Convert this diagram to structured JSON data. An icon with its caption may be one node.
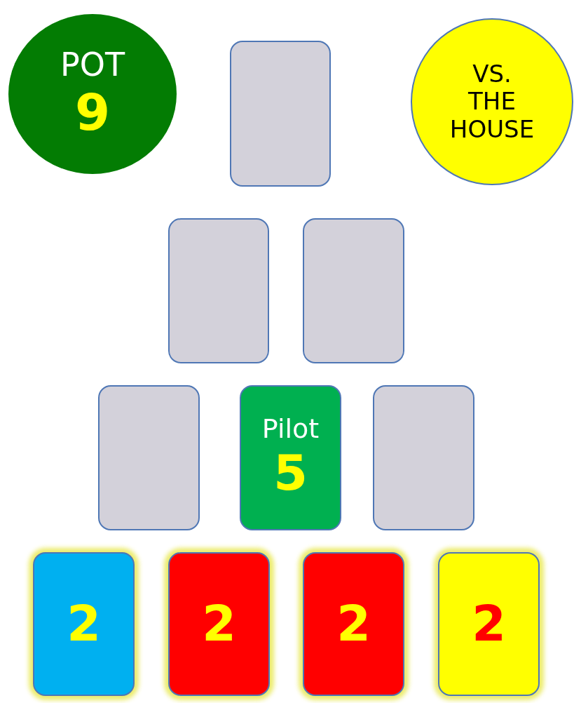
{
  "diagram": {
    "nodes": [
      {
        "text": [
          "POT",
          "9"
        ]
      },
      {
        "text": [],
        "shape": "box"
      },
      {
        "text": [
          "VS. THE HOUSE"
        ]
      },
      {
        "text": [],
        "shape": "box"
      },
      {
        "text": [],
        "shape": "box"
      },
      {
        "text": [],
        "shape": "box"
      },
      {
        "text": [
          "Pilot",
          "5"
        ]
      },
      {
        "text": [],
        "shape": "box"
      },
      {
        "text": [
          "2"
        ]
      },
      {
        "text": [
          "2"
        ]
      },
      {
        "text": [
          "2"
        ]
      },
      {
        "text": [
          "2"
        ]
      }
    ]
  }
}
